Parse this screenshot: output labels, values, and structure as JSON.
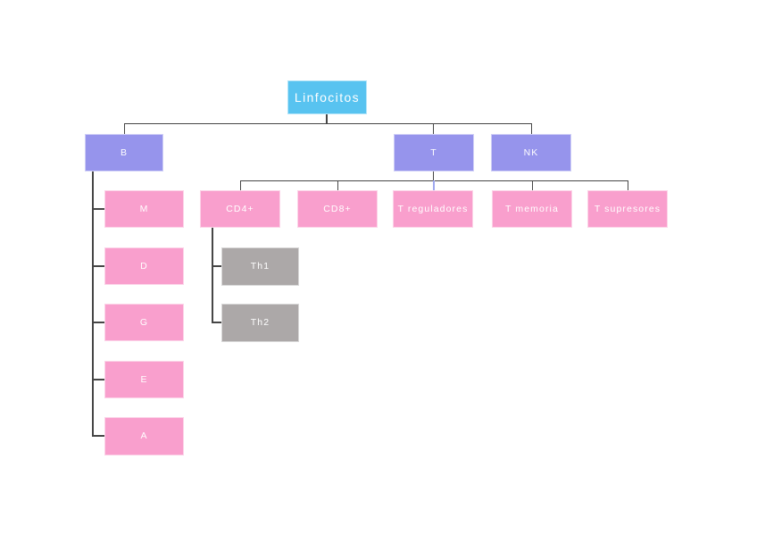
{
  "colors": {
    "root_fill": "#58C3F0",
    "level2_fill": "#9694EC",
    "level3_fill": "#F99FCD",
    "level4_fill": "#ACA8A8",
    "connector": "#464646",
    "connector_accent": "#9FA8EF",
    "node_text": "#ffffff",
    "page_bg": "#ffffff"
  },
  "chart_data": {
    "type": "tree-diagram",
    "title": "Linfocitos"
  },
  "tree": {
    "label": "Linfocitos",
    "children": [
      {
        "label": "B",
        "children": [
          {
            "label": "M"
          },
          {
            "label": "D"
          },
          {
            "label": "G"
          },
          {
            "label": "E"
          },
          {
            "label": "A"
          }
        ]
      },
      {
        "label": "T",
        "children": [
          {
            "label": "CD4+",
            "children": [
              {
                "label": "Th1"
              },
              {
                "label": "Th2"
              }
            ]
          },
          {
            "label": "CD8+"
          },
          {
            "label": "T reguladores"
          },
          {
            "label": "T memoria"
          },
          {
            "label": "T supresores"
          }
        ]
      },
      {
        "label": "NK"
      }
    ]
  }
}
